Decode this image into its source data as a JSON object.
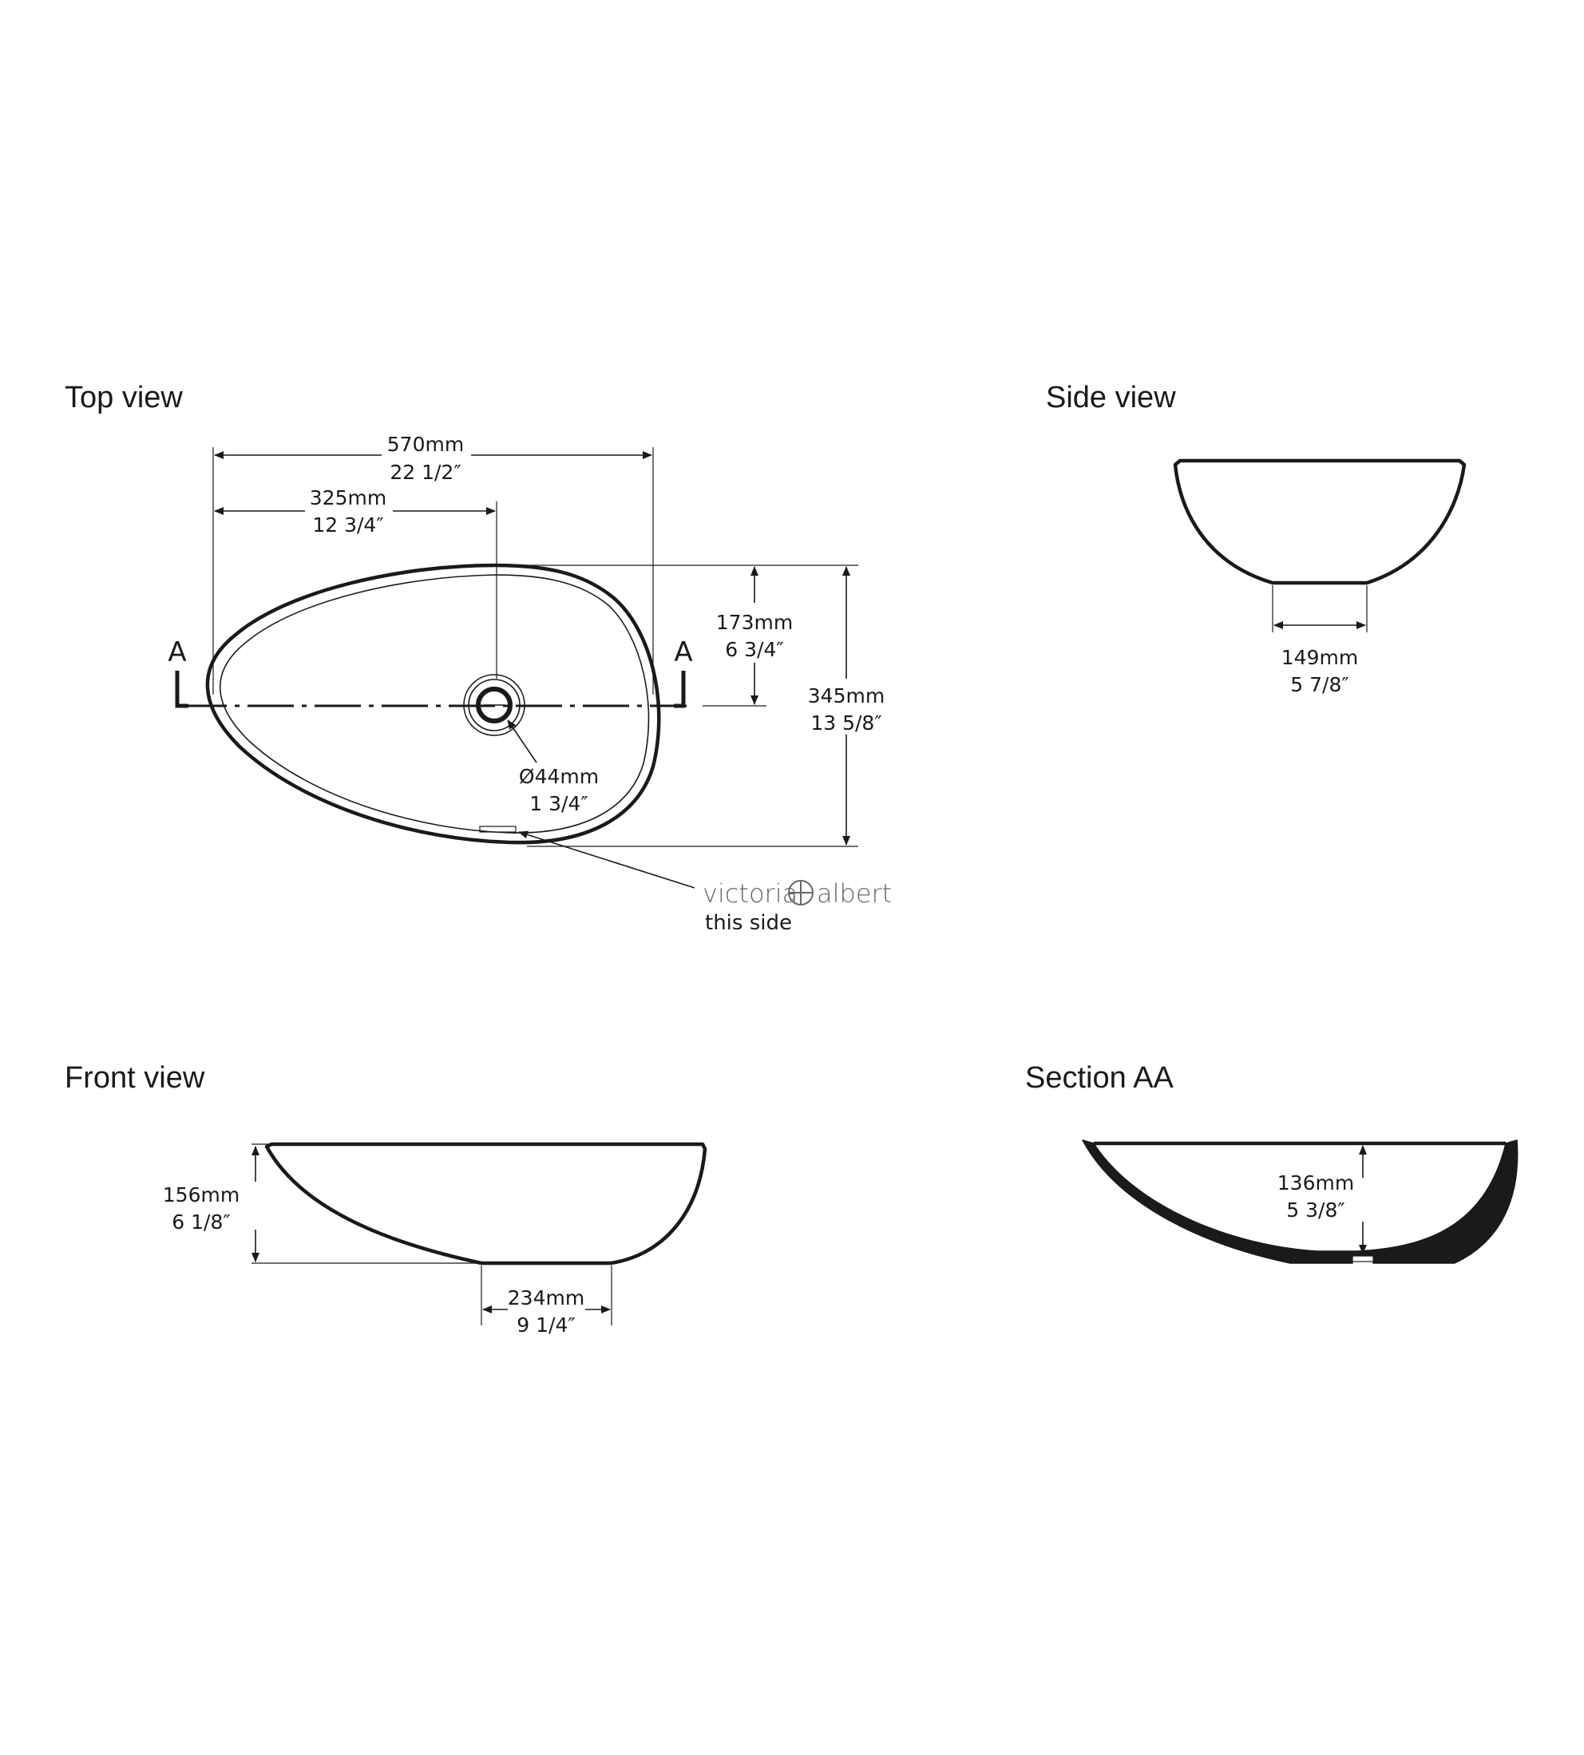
{
  "top_view": {
    "title": "Top view",
    "overall_length": {
      "mm": "570mm",
      "in": "22 1/2″"
    },
    "to_waste": {
      "mm": "325mm",
      "in": "12 3/4″"
    },
    "half_width": {
      "mm": "173mm",
      "in": "6 3/4″"
    },
    "overall_width": {
      "mm": "345mm",
      "in": "13 5/8″"
    },
    "waste_diameter": {
      "mm": "Ø44mm",
      "in": "1 3/4″"
    },
    "section_marker": "A",
    "logo_left": "victoria",
    "logo_right": "albert",
    "logo_note": "this side"
  },
  "side_view": {
    "title": "Side view",
    "base_width": {
      "mm": "149mm",
      "in": "5 7/8″"
    }
  },
  "front_view": {
    "title": "Front view",
    "height": {
      "mm": "156mm",
      "in": "6 1/8″"
    },
    "base_width": {
      "mm": "234mm",
      "in": "9 1/4″"
    }
  },
  "section_aa": {
    "title": "Section AA",
    "depth": {
      "mm": "136mm",
      "in": "5 3/8″"
    }
  },
  "colors": {
    "ink": "#1a1a1a",
    "logo": "#666666"
  }
}
